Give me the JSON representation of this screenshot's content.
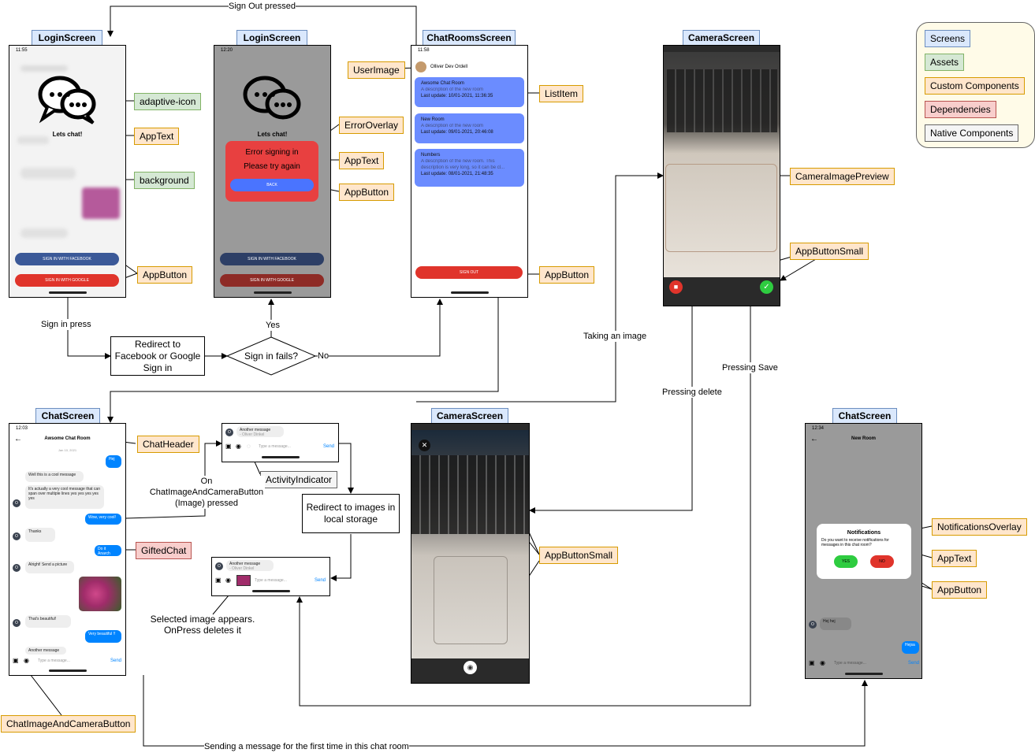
{
  "screens": {
    "login1": "LoginScreen",
    "login2": "LoginScreen",
    "chatrooms": "ChatRoomsScreen",
    "camera1": "CameraScreen",
    "chat1": "ChatScreen",
    "camera2": "CameraScreen",
    "chat2": "ChatScreen"
  },
  "legend": {
    "screens": "Screens",
    "assets": "Assets",
    "custom": "Custom Components",
    "deps": "Dependencies",
    "native": "Native Components"
  },
  "labels": {
    "adaptive_icon": "adaptive-icon",
    "app_text_login": "AppText",
    "background": "background",
    "app_button_login": "AppButton",
    "error_overlay": "ErrorOverlay",
    "app_text_error": "AppText",
    "app_button_error": "AppButton",
    "user_image": "UserImage",
    "list_item": "ListItem",
    "app_button_rooms": "AppButton",
    "camera_image_preview": "CameraImagePreview",
    "app_button_small_1": "AppButtonSmall",
    "chat_header": "ChatHeader",
    "activity_indicator": "ActivityIndicator",
    "gifted_chat": "GiftedChat",
    "app_button_small_2": "AppButtonSmall",
    "chat_image_camera_button": "ChatImageAndCameraButton",
    "notifications_overlay": "NotificationsOverlay",
    "app_text_notif": "AppText",
    "app_button_notif": "AppButton"
  },
  "flow": {
    "sign_out_pressed": "Sign Out pressed",
    "sign_in_press": "Sign in press",
    "redirect_fb": "Redirect to Facebook or Google Sign in",
    "sign_in_fails": "Sign in fails?",
    "yes": "Yes",
    "no": "No",
    "taking_image": "Taking an image",
    "pressing_delete": "Pressing delete",
    "pressing_save": "Pressing Save",
    "on_chat_image": "On ChatImageAndCameraButton (Image) pressed",
    "redirect_images": "Redirect to images in local storage",
    "selected_image": "Selected image appears. OnPress deletes it",
    "sending_first": "Sending a message for the first time in this chat room"
  },
  "login": {
    "time1": "11:55",
    "time2": "12:20",
    "lets_chat": "Lets chat!",
    "facebook": "SIGN IN WITH FACEBOOK",
    "google": "SIGN IN WITH GOOGLE",
    "error_line1": "Error signing in",
    "error_line2": "Please try again",
    "back": "BACK"
  },
  "rooms": {
    "time": "11:58",
    "user": "Olliver Dev Ordell",
    "items": [
      {
        "title": "Awsome Chat Room",
        "desc": "A description of the new room",
        "update": "Last update: 10/01-2021, 11:36:35"
      },
      {
        "title": "New Room",
        "desc": "A description of the new room",
        "update": "Last update: 09/01-2021, 20:46:08"
      },
      {
        "title": "Numbers",
        "desc": "A description of the new room. This description is very long, so it can be cl...",
        "update": "Last update: 08/01-2021, 21:48:35"
      }
    ],
    "sign_out": "SIGN OUT"
  },
  "chat": {
    "time": "12:03",
    "header": "Awsome Chat Room",
    "date": "Jan 10, 2021",
    "messages": [
      {
        "side": "r",
        "text": "Hej"
      },
      {
        "side": "l",
        "text": "Well this is a cool message"
      },
      {
        "side": "l",
        "text": "It's actually a very cool message that can span over multiple lines yes yes yes yes yes"
      },
      {
        "side": "r",
        "text": "Wow, very cool!"
      },
      {
        "side": "l",
        "text": "Thanks"
      },
      {
        "side": "r",
        "text": "Do it Anarch"
      },
      {
        "side": "l",
        "text": "Alright! Send a picture"
      },
      {
        "side": "l",
        "text": "That's beautiful!"
      },
      {
        "side": "r",
        "text": "Very beautiful !!"
      },
      {
        "side": "l",
        "text": "Another message"
      }
    ],
    "placeholder": "Type a message...",
    "send": "Send",
    "avatar": "O"
  },
  "snippet": {
    "another": "Another message",
    "sender": "- Oliver Dinkel",
    "placeholder": "Type a message...",
    "send": "Send"
  },
  "notif": {
    "time": "12:34",
    "room": "New Room",
    "title": "Notifications",
    "question": "Do you want to receive notifications for messages in this chat room?",
    "yes": "YES",
    "no": "NO",
    "msg": "Hej hej",
    "reply": "Hejsa"
  },
  "colors": {
    "screen_fill": "#dae8fc",
    "custom_fill": "#ffe6cc",
    "asset_fill": "#d5e8d4",
    "dep_fill": "#f8cecc",
    "facebook": "#3b5998",
    "google": "#e0342b",
    "button_blue": "#4a74ff"
  }
}
